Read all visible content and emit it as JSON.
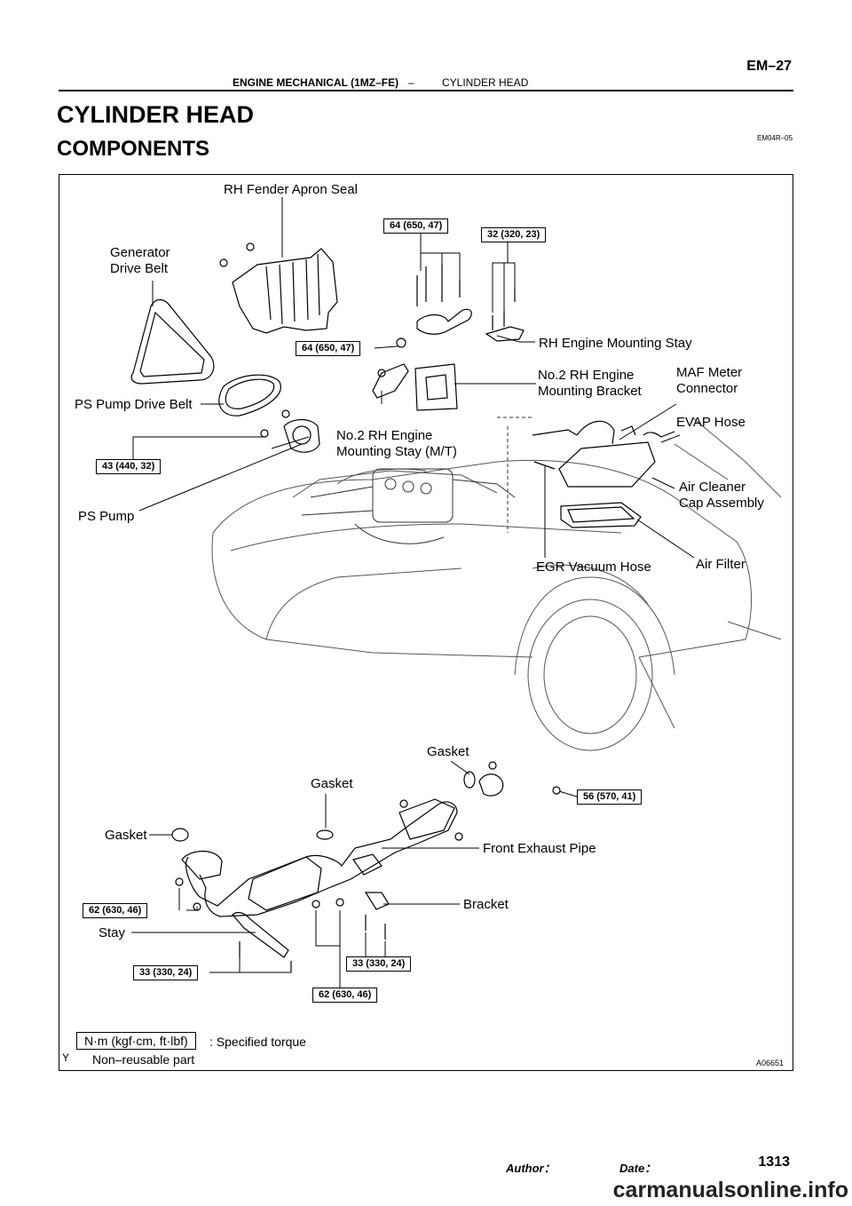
{
  "header": {
    "section": "ENGINE MECHANICAL (1MZ–FE)",
    "separator": "–",
    "subsection": "CYLINDER HEAD",
    "page_code": "EM–27"
  },
  "title": "CYLINDER HEAD",
  "subtitle": "COMPONENTS",
  "doc_ref": "EM04R–05",
  "labels": {
    "rh_fender_apron_seal": "RH Fender Apron Seal",
    "generator_drive_belt_1": "Generator",
    "generator_drive_belt_2": "Drive Belt",
    "rh_engine_mounting_stay": "RH Engine Mounting Stay",
    "no2_rh_engine_mounting_bracket_1": "No.2 RH Engine",
    "no2_rh_engine_mounting_bracket_2": "Mounting Bracket",
    "maf_meter_connector_1": "MAF Meter",
    "maf_meter_connector_2": "Connector",
    "ps_pump_drive_belt": "PS Pump Drive Belt",
    "evap_hose": "EVAP Hose",
    "no2_rh_engine_mounting_stay_1": "No.2 RH Engine",
    "no2_rh_engine_mounting_stay_2": "Mounting Stay (M/T)",
    "air_cleaner_cap_1": "Air Cleaner",
    "air_cleaner_cap_2": "Cap Assembly",
    "ps_pump": "PS Pump",
    "egr_vacuum_hose": "EGR Vacuum Hose",
    "air_filter": "Air Filter",
    "gasket_top": "Gasket",
    "gasket_mid": "Gasket",
    "gasket_left": "Gasket",
    "front_exhaust_pipe": "Front Exhaust Pipe",
    "bracket": "Bracket",
    "stay": "Stay"
  },
  "torques": {
    "t1": "64 (650, 47)",
    "t2": "32 (320, 23)",
    "t3": "64 (650, 47)",
    "t4": "43 (440, 32)",
    "t5": "56 (570, 41)",
    "t6": "62 (630, 46)",
    "t7": "33 (330, 24)",
    "t8": "33 (330, 24)",
    "t9": "62 (630, 46)"
  },
  "legend": {
    "torque_unit": "N·m (kgf·cm, ft·lbf)",
    "torque_desc": ": Specified torque",
    "non_reusable_symbol": "Y",
    "non_reusable_desc": "Non–reusable part"
  },
  "figure_id": "A06651",
  "footer": {
    "author": "Author：",
    "date": "Date：",
    "page_number": "1313"
  },
  "watermark": "carmanualsonline.info"
}
